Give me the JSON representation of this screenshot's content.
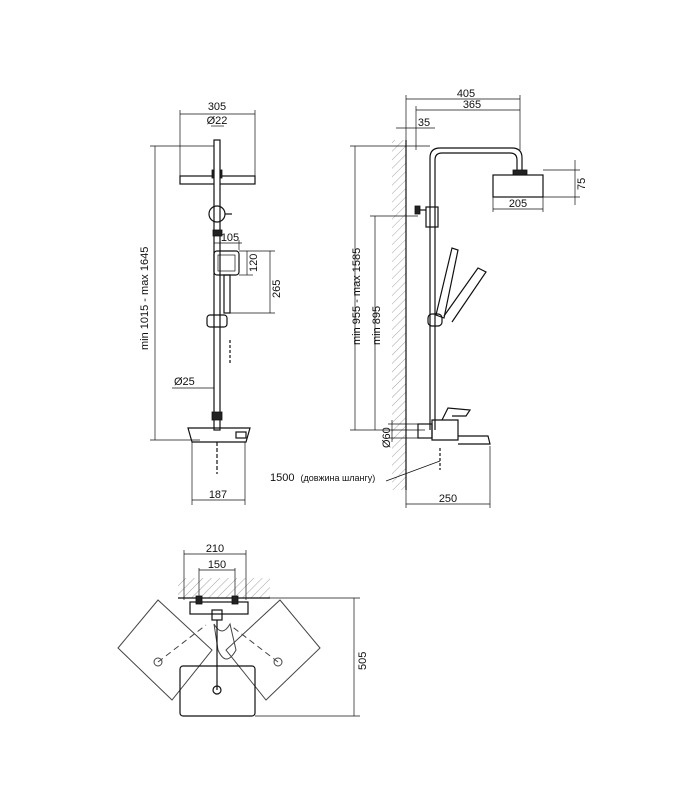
{
  "front_view": {
    "width_overall": "305",
    "pipe_diameter_top": "Ø22",
    "handshower_width": "105",
    "handshower_head_height": "120",
    "handshower_total_height": "265",
    "height_range": "min 1015 - max 1645",
    "bar_diameter": "Ø25",
    "mixer_width": "187"
  },
  "side_view": {
    "reach_total": "405",
    "reach_arm": "365",
    "wall_offset": "35",
    "head_thickness": "75",
    "head_width": "205",
    "height_range": "min 955 - max 1585",
    "height_min": "min 895",
    "mixer_diameter": "Ø60",
    "hose_note": "1500",
    "hose_note_suffix": "(довжина шлангу)",
    "spout_length": "250"
  },
  "top_view": {
    "width_overall": "210",
    "connection_spacing": "150",
    "depth": "505"
  }
}
